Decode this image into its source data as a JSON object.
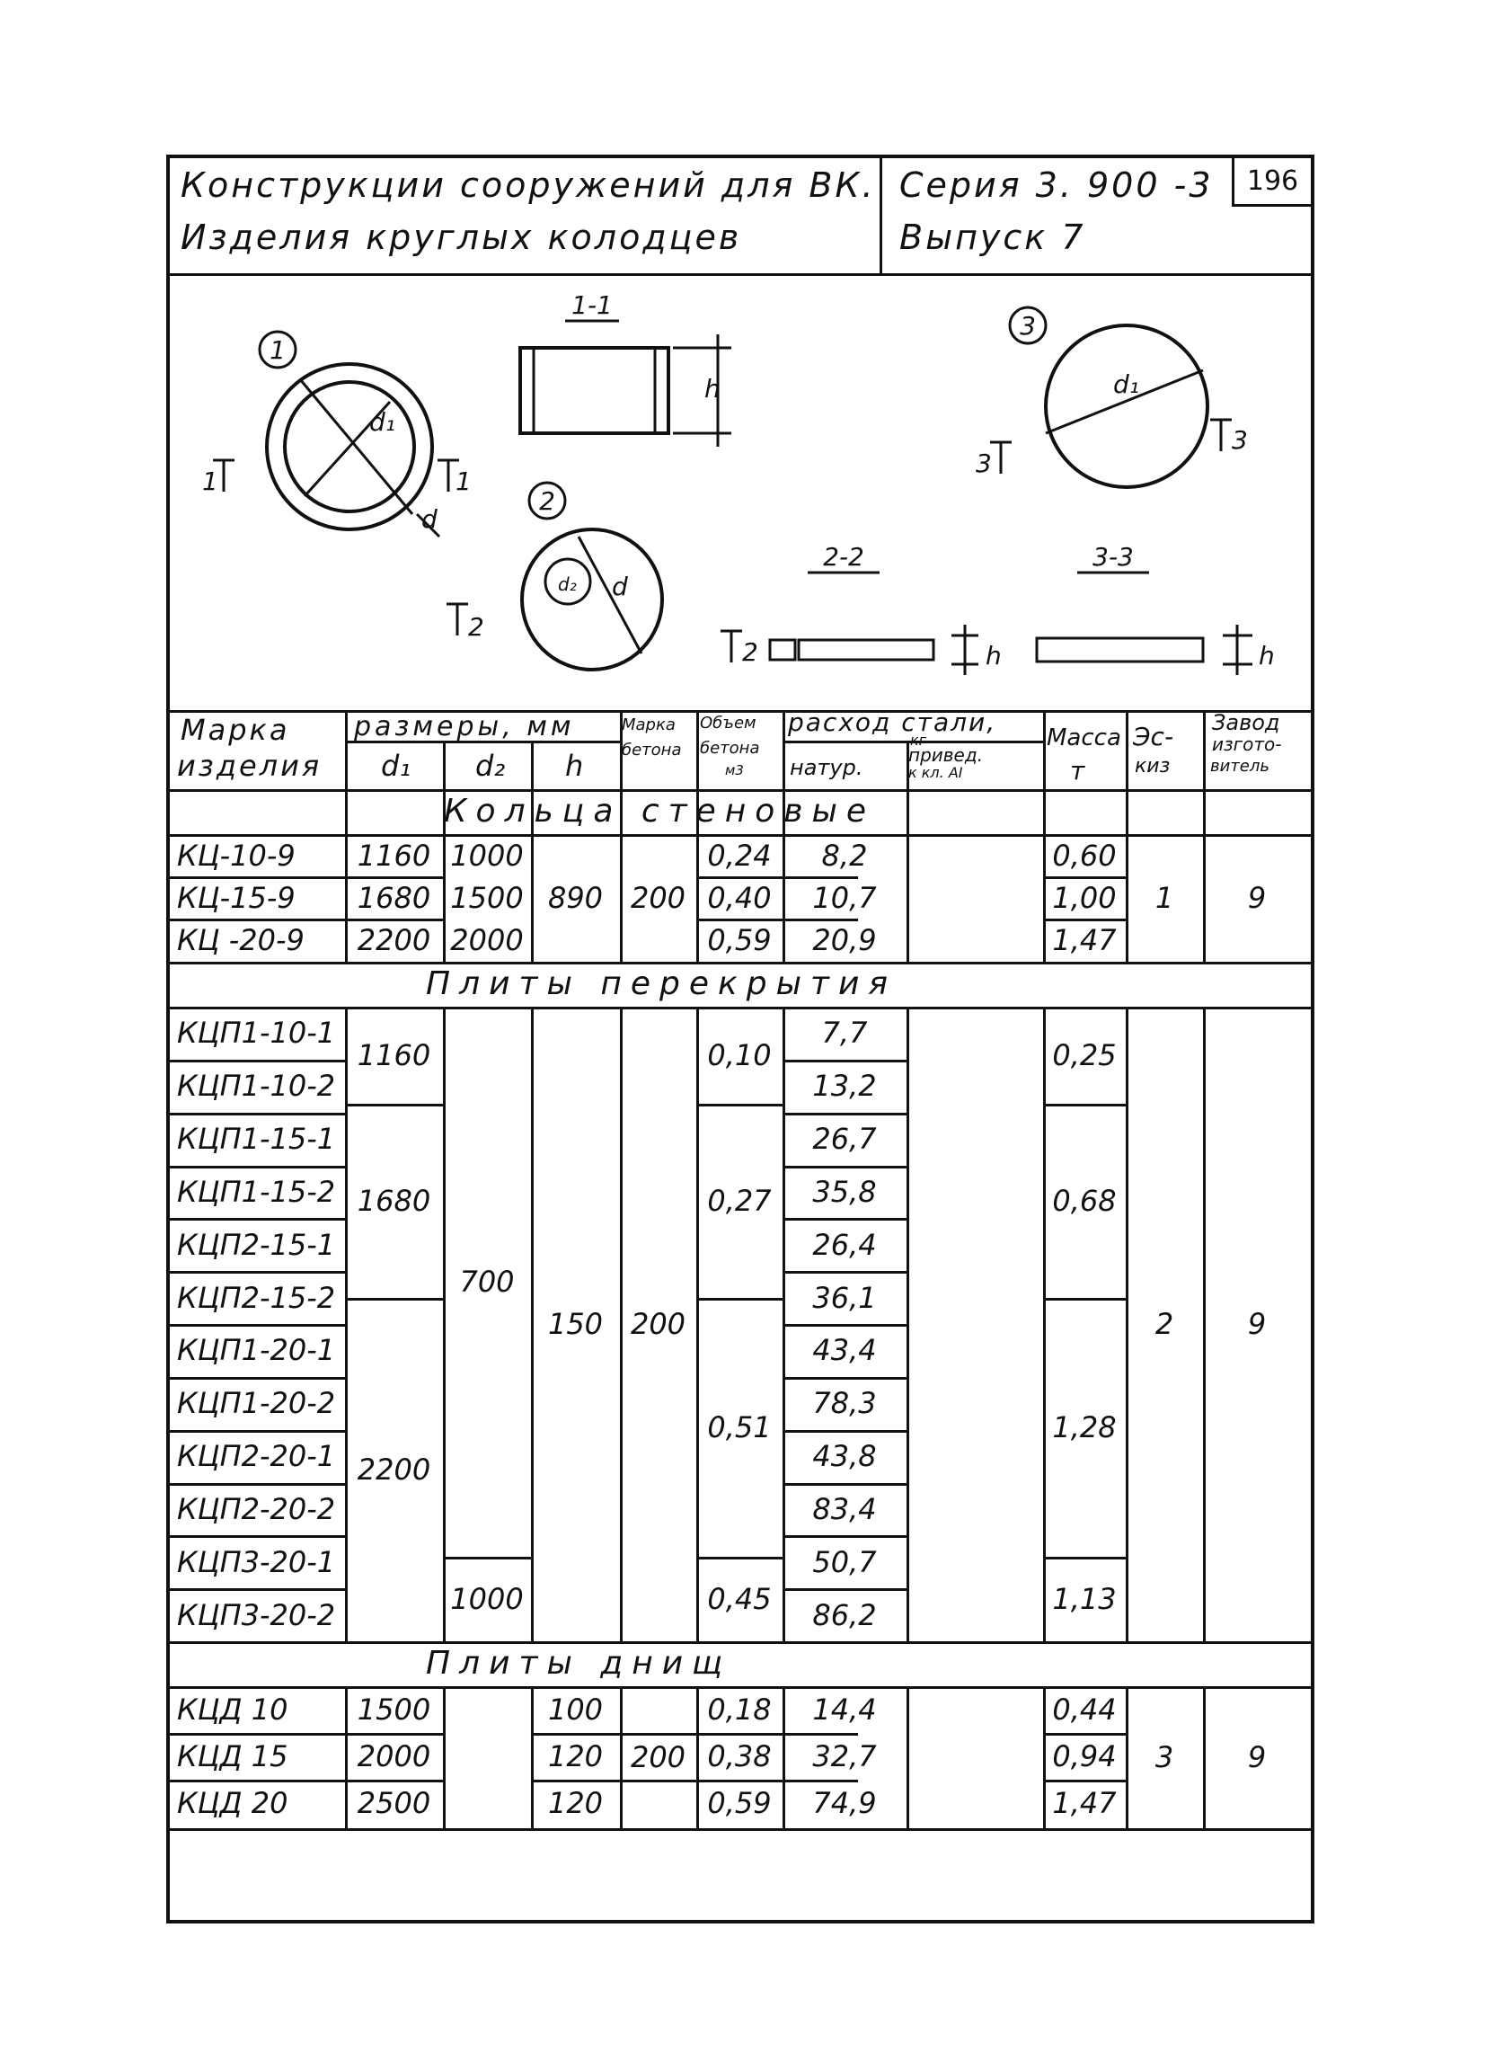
{
  "title_block": {
    "title_line1": "Конструкции сооружений для ВК.",
    "title_line2": "Изделия круглых колодцев",
    "series": "Серия 3. 900 -3",
    "issue": "Выпуск 7",
    "sheet_number": "196"
  },
  "drawings": {
    "fig1_number": "1",
    "fig2_number": "2",
    "fig3_number": "3",
    "section_1_1": "1-1",
    "section_2_2": "2-2",
    "section_3_3": "3-3",
    "dim_d1": "d₁",
    "dim_d2": "d₂",
    "dim_d": "d",
    "dim_h": "h",
    "cut_1": "1",
    "cut_2": "2",
    "cut_3": "3",
    "insert_label": "d₂"
  },
  "table_header": {
    "mark_l1": "Марка",
    "mark_l2": "изделия",
    "dims": "размеры, мм",
    "d1": "d₁",
    "d2": "d₂",
    "h": "h",
    "concrete_grade_l1": "Марка",
    "concrete_grade_l2": "бетона",
    "concrete_vol_l1": "Объем",
    "concrete_vol_l2": "бетона",
    "concrete_vol_l3": "м3",
    "steel_l1": "расход стали,",
    "steel_l2": "кг",
    "natur": "натур.",
    "priv_l1": "привед.",
    "priv_l2": "к кл. АI",
    "mass_l1": "Масса",
    "mass_l2": "т",
    "sketch_l1": "Эс-",
    "sketch_l2": "киз",
    "plant_l1": "Завод",
    "plant_l2": "изгото-",
    "plant_l3": "витель"
  },
  "sections": {
    "rings": "Кольца стеновые",
    "slabs": "Плиты перекрытия",
    "bottoms": "Плиты днищ"
  },
  "rings": {
    "rows": [
      {
        "mark": "КЦ-10-9",
        "d1": "1160",
        "d2": "1000",
        "volume": "0,24",
        "steel": "8,2",
        "mass": "0,60"
      },
      {
        "mark": "КЦ-15-9",
        "d1": "1680",
        "d2": "1500",
        "volume": "0,40",
        "steel": "10,7",
        "mass": "1,00"
      },
      {
        "mark": "КЦ -20-9",
        "d1": "2200",
        "d2": "2000",
        "volume": "0,59",
        "steel": "20,9",
        "mass": "1,47"
      }
    ],
    "h": "890",
    "grade": "200",
    "sketch": "1",
    "plant": "9"
  },
  "slabs": {
    "marks": [
      "КЦП1-10-1",
      "КЦП1-10-2",
      "КЦП1-15-1",
      "КЦП1-15-2",
      "КЦП2-15-1",
      "КЦП2-15-2",
      "КЦП1-20-1",
      "КЦП1-20-2",
      "КЦП2-20-1",
      "КЦП2-20-2",
      "КЦП3-20-1",
      "КЦП3-20-2"
    ],
    "steel": [
      "7,7",
      "13,2",
      "26,7",
      "35,8",
      "26,4",
      "36,1",
      "43,4",
      "78,3",
      "43,8",
      "83,4",
      "50,7",
      "86,2"
    ],
    "d1_a": "1160",
    "d1_b": "1680",
    "d1_c": "2200",
    "d2_a": "700",
    "d2_b": "1000",
    "h": "150",
    "grade": "200",
    "vol_a": "0,10",
    "vol_b": "0,27",
    "vol_c": "0,51",
    "vol_d": "0,45",
    "mass_a": "0,25",
    "mass_b": "0,68",
    "mass_c": "1,28",
    "mass_d": "1,13",
    "sketch": "2",
    "plant": "9"
  },
  "bottoms": {
    "rows": [
      {
        "mark": "КЦД 10",
        "d1": "1500",
        "h": "100",
        "volume": "0,18",
        "steel": "14,4",
        "mass": "0,44"
      },
      {
        "mark": "КЦД 15",
        "d1": "2000",
        "h": "120",
        "volume": "0,38",
        "steel": "32,7",
        "mass": "0,94"
      },
      {
        "mark": "КЦД 20",
        "d1": "2500",
        "h": "120",
        "volume": "0,59",
        "steel": "74,9",
        "mass": "1,47"
      }
    ],
    "grade": "200",
    "sketch": "3",
    "plant": "9"
  }
}
